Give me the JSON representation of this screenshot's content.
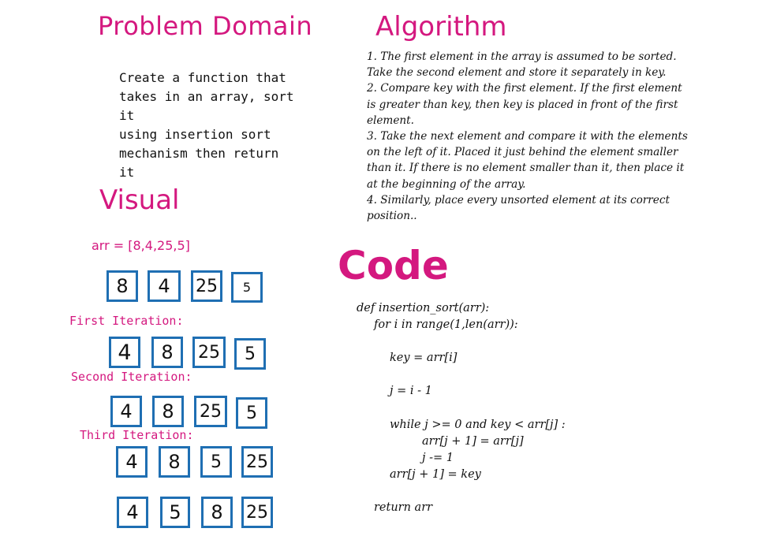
{
  "problem": {
    "heading": "Problem Domain",
    "lines": [
      "Create a function that",
      "takes in an array, sort it",
      "using insertion sort",
      "mechanism then return",
      "it"
    ]
  },
  "algorithm": {
    "heading": "Algorithm",
    "lines": [
      "1. The first element in the array is assumed to be sorted.",
      "Take the second element and store it separately in key.",
      "2. Compare key with the first element. If the first element",
      "is greater than key, then key is placed in front of the first",
      "element.",
      "3. Take the next element and compare it with the elements",
      "on the left of it. Placed it just behind the element smaller",
      "than it. If there is no element smaller than it, then place it",
      "at the beginning of the array.",
      "4. Similarly, place every unsorted element at its correct",
      "position.."
    ]
  },
  "visual": {
    "heading": "Visual",
    "array_label": "arr = [8,4,25,5]",
    "initial": [
      "8",
      "4",
      "25",
      "5"
    ],
    "iterations": [
      {
        "label": "First Iteration:",
        "values": [
          "4",
          "8",
          "25",
          "5"
        ]
      },
      {
        "label": "Second Iteration:",
        "values": [
          "4",
          "8",
          "25",
          "5"
        ]
      },
      {
        "label": "Third Iteration:",
        "values": [
          "4",
          "8",
          "5",
          "25"
        ]
      }
    ],
    "final": [
      "4",
      "5",
      "8",
      "25"
    ]
  },
  "code": {
    "heading": "Code",
    "lines": [
      "def insertion_sort(arr):",
      "for i in range(1,len(arr)):",
      "key = arr[i]",
      "j = i - 1",
      "while j >= 0 and key < arr[j] :",
      "arr[j + 1] = arr[j]",
      "j -= 1",
      "arr[j + 1] = key",
      "return arr"
    ]
  }
}
